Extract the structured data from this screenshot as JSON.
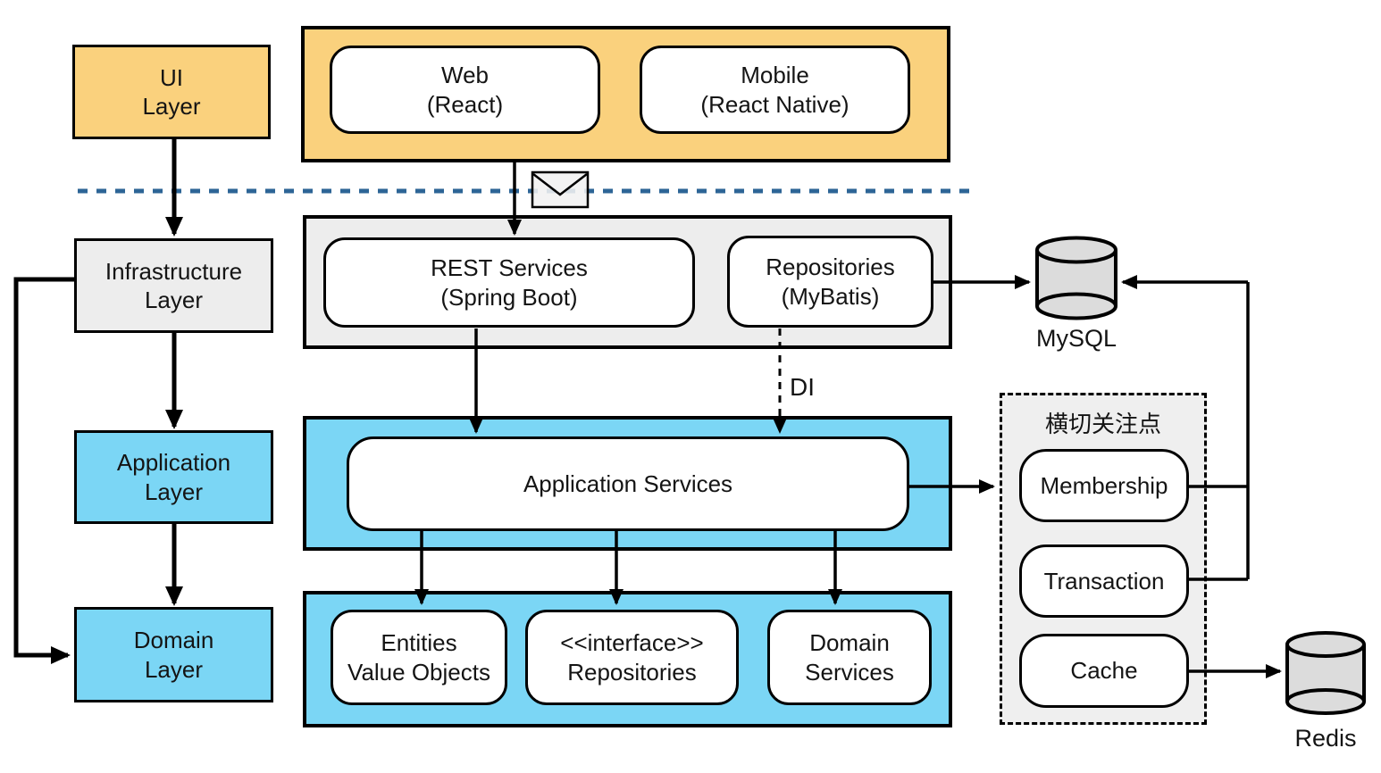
{
  "layers": {
    "ui": "UI\nLayer",
    "infrastructure": "Infrastructure\nLayer",
    "application": "Application\nLayer",
    "domain": "Domain\nLayer"
  },
  "ui_container": {
    "web": "Web\n(React)",
    "mobile": "Mobile\n(React Native)"
  },
  "service_container": {
    "rest": "REST Services\n(Spring Boot)",
    "repositories": "Repositories\n(MyBatis)"
  },
  "application_container": {
    "services": "Application Services"
  },
  "domain_container": {
    "entities": "Entities\nValue Objects",
    "repositories_interface": "<<interface>>\nRepositories",
    "services": "Domain\nServices"
  },
  "cross_cutting": {
    "title": "横切关注点",
    "items": [
      "Membership",
      "Transaction",
      "Cache"
    ]
  },
  "databases": {
    "mysql": "MySQL",
    "redis": "Redis"
  },
  "annotations": {
    "di": "DI"
  },
  "colors": {
    "orange": "#FAD17D",
    "blue": "#7BD6F5",
    "container_gray": "#EDEDED",
    "panel_gray": "#EFEFEF",
    "cylinder_gray": "#DCDCDC",
    "separator_blue": "#2D6596",
    "stroke": "#000000"
  }
}
